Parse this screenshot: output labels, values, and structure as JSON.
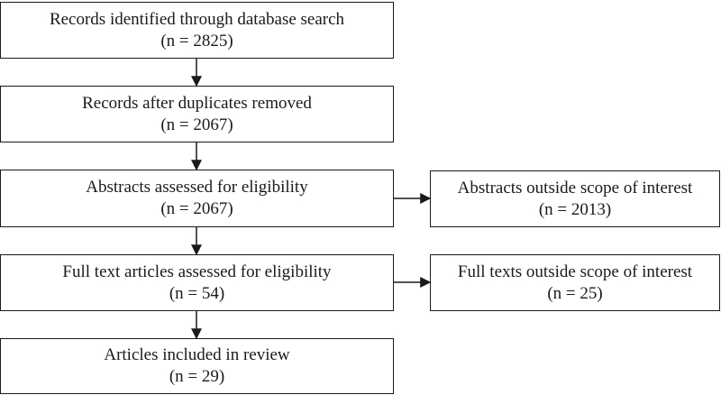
{
  "flow": {
    "identified": {
      "label": "Records identified through database search",
      "count": "(n = 2825)"
    },
    "deduplicated": {
      "label": "Records after duplicates removed",
      "count": "(n = 2067)"
    },
    "abstracts": {
      "label": "Abstracts assessed for eligibility",
      "count": "(n = 2067)"
    },
    "fulltext": {
      "label": "Full text articles assessed for eligibility",
      "count": "(n = 54)"
    },
    "included": {
      "label": "Articles included in review",
      "count": "(n = 29)"
    }
  },
  "exclusions": {
    "abstracts_excluded": {
      "label": "Abstracts outside scope of interest",
      "count": "(n = 2013)"
    },
    "fulltext_excluded": {
      "label": "Full texts outside scope of interest",
      "count": "(n = 25)"
    }
  }
}
